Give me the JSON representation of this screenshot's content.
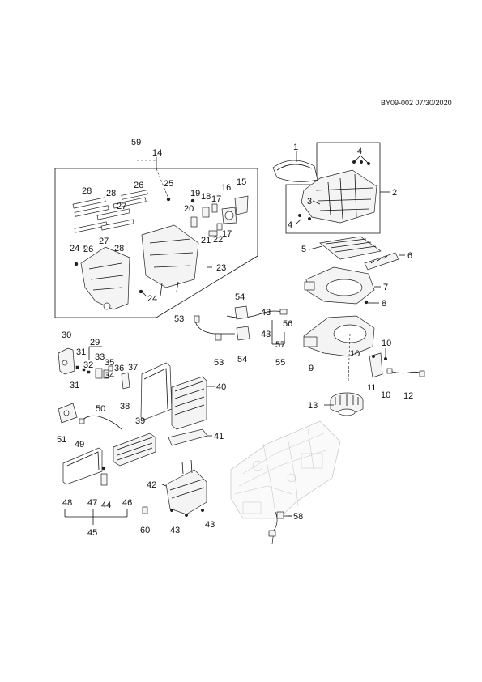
{
  "reference": "BY09-002 07/30/2020",
  "callouts": {
    "c1": "1",
    "c2": "2",
    "c3": "3",
    "c4a": "4",
    "c4b": "4",
    "c5": "5",
    "c6": "6",
    "c7": "7",
    "c8": "8",
    "c9": "9",
    "c10a": "10",
    "c10b": "10",
    "c10c": "10",
    "c11": "11",
    "c12": "12",
    "c13": "13",
    "c14": "14",
    "c15": "15",
    "c16": "16",
    "c17a": "17",
    "c17b": "17",
    "c18": "18",
    "c19": "19",
    "c20": "20",
    "c21": "21",
    "c22": "22",
    "c23": "23",
    "c24a": "24",
    "c24b": "24",
    "c25": "25",
    "c26a": "26",
    "c26b": "26",
    "c27a": "27",
    "c27b": "27",
    "c28a": "28",
    "c28b": "28",
    "c28c": "28",
    "c29": "29",
    "c30": "30",
    "c31a": "31",
    "c31b": "31",
    "c32": "32",
    "c33": "33",
    "c34": "34",
    "c35": "35",
    "c36": "36",
    "c37": "37",
    "c38": "38",
    "c39": "39",
    "c40": "40",
    "c41": "41",
    "c42": "42",
    "c43a": "43",
    "c43b": "43",
    "c43c": "43",
    "c43d": "43",
    "c44": "44",
    "c45": "45",
    "c46": "46",
    "c47": "47",
    "c48": "48",
    "c49": "49",
    "c50": "50",
    "c51": "51",
    "c53a": "53",
    "c53b": "53",
    "c54a": "54",
    "c54b": "54",
    "c55": "55",
    "c56": "56",
    "c57": "57",
    "c58": "58",
    "c59": "59",
    "c60": "60"
  }
}
